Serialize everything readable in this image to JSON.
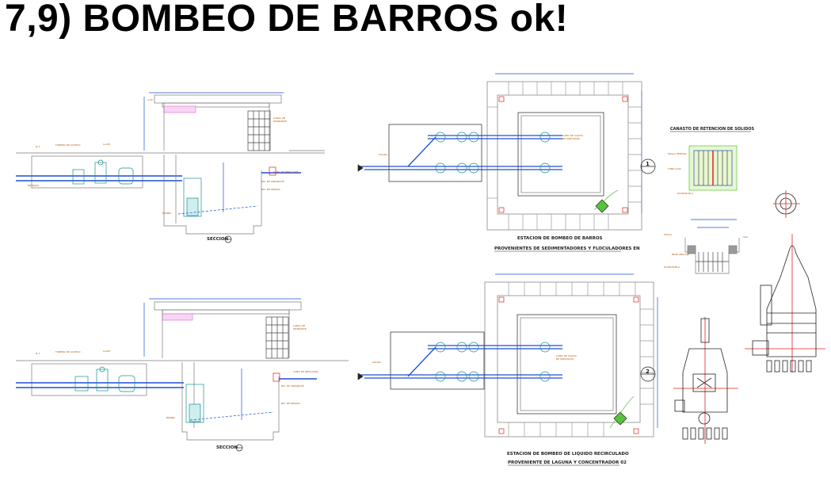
{
  "title": "7,9) BOMBEO DE BARROS ok!",
  "colors": {
    "concrete": "#9a9a9a",
    "dimension": "#1f4fd1",
    "pipe": "#1f4fd1",
    "equipment": "#1a8f8f",
    "annotation": "#b35400",
    "hatch": "#e07ad6",
    "red": "#e02020",
    "green": "#58c33a",
    "gray": "#7a7a7a"
  },
  "plans": {
    "top_caption": "ESTACION DE BOMBEO DE BARROS",
    "top_subcaption": "PROVENIENTES DE SEDIMENTADORES Y FLOCULADORES EN",
    "bottom_caption": "ESTACION DE BOMBEO DE LIQUIDO RECIRCULADO",
    "bottom_subcaption": "PROVENIENTE DE LAGUNA Y CONCENTRADOR 02"
  },
  "sections": {
    "top_label": "SECCION",
    "bottom_label": "SECCION"
  },
  "basket_title": "CANASTO DE RETENCION DE SOLIDOS",
  "section_markers": [
    "1",
    "2"
  ]
}
